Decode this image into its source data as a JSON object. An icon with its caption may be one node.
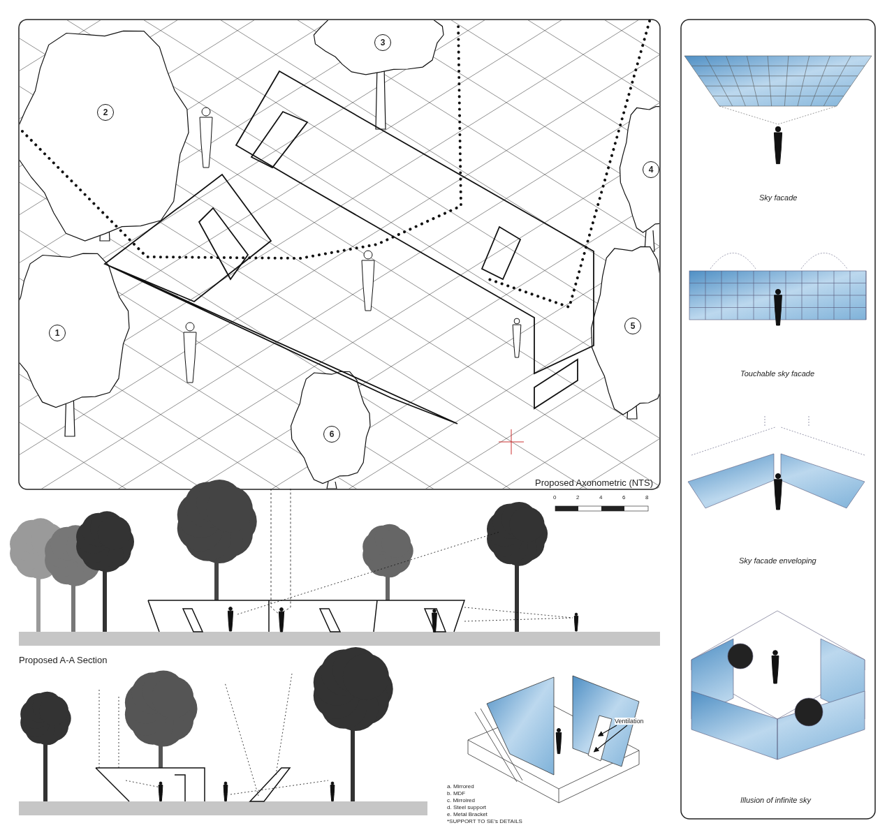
{
  "diagram": {
    "nodes": [
      {
        "text": [
          "Ventilation"
        ]
      },
      {
        "text": [],
        "shape": "box"
      }
    ],
    "edges": [
      {
        "from": 0,
        "to": 1,
        "arrow": "to"
      },
      {
        "from": 0,
        "to": 1,
        "arrow": "to"
      }
    ],
    "labels": [
      "3",
      "2",
      "4",
      "5",
      "1",
      "6",
      "Proposed Axonometric (NTS)",
      "0",
      "2",
      "4",
      "6",
      "8",
      "Proposed A-A Section",
      "a. Mirrored",
      "b. MDF",
      "c. Mirroired",
      "d. Steel support",
      "e. Metal Bracket",
      "*SUPPORT TO SE's DETAILS",
      "Sky facade",
      "Touchable sky facade",
      "Sky facade enveloping",
      "Illusion of infinite sky"
    ]
  }
}
